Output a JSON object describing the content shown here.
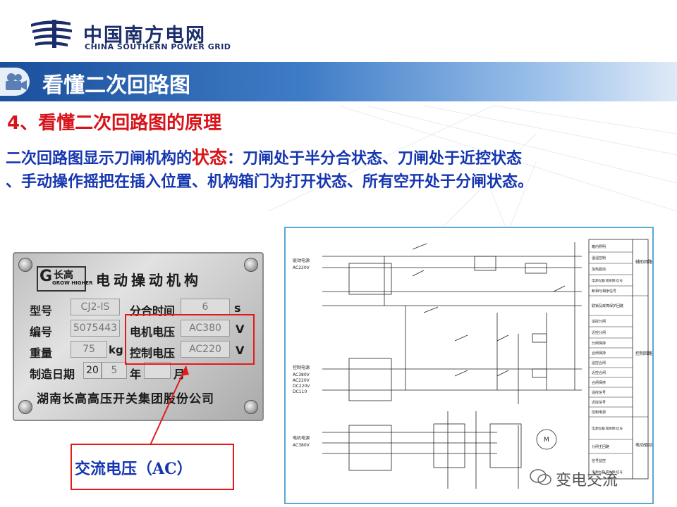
{
  "header": {
    "logo_cn": "中国南方电网",
    "logo_en": "CHINA SOUTHERN POWER GRID"
  },
  "title_bar": {
    "title": "看懂二次回路图"
  },
  "section": {
    "heading": "4、看懂二次回路图的原理"
  },
  "description": {
    "line1_prefix": "二次回路图显示刀闸机构的",
    "line1_highlight": "状态",
    "line1_suffix": "：刀闸处于半分合状态、刀闸处于近控状态",
    "line2": "、手动操作摇把在插入位置、机构箱门为打开状态、所有空开处于分闸状态。"
  },
  "nameplate": {
    "brand_cn": "长高",
    "brand_en": "GROW HIGHER",
    "title": "电动操动机构",
    "row1_label": "型号",
    "row1_value": "CJ2-IS",
    "row1_label2": "分合时间",
    "row1_value2": "6",
    "row1_unit": "s",
    "row2_label": "编号",
    "row2_value": "5075443",
    "row2_label2": "电机电压",
    "row2_value2": "AC380",
    "row2_unit": "V",
    "row3_label": "重量",
    "row3_value": "75",
    "row3_unit1": "kg",
    "row3_label2": "控制电压",
    "row3_value2": "AC220",
    "row3_unit": "V",
    "row4_label": "制造日期",
    "row4_year": "20",
    "row4_year2": "5",
    "row4_ynian": "年",
    "row4_month": "",
    "row4_yue": "月",
    "company": "湖南长高高压开关集团股份公司"
  },
  "callout": {
    "text": "交流电压（AC）"
  },
  "diagram": {
    "left_labels": [
      "驱动电源",
      "AC220V",
      "控制电源",
      "AC380V",
      "AC220V",
      "DC220V",
      "DC110",
      "电机电源",
      "AC380V"
    ],
    "table_rows": [
      "箱内照明",
      "温湿控制",
      "加热驱动",
      "电源位置(或故障)信号",
      "断相与相序信号",
      "联锁及故障保护回路",
      "遥控分闸",
      "近控分闸",
      "分闸保持",
      "合闸保持",
      "遥控合闸",
      "近控合闸",
      "合闸保持",
      "遥控信号",
      "近控信号",
      "控制电源",
      "电源位置(或故障)信号",
      "分闸主回路",
      "信号监控",
      "电源位置(或故障)信号"
    ],
    "table_side": [
      "辅助回路",
      "控制回路",
      "电动驱动回"
    ],
    "motor_label": "M"
  },
  "watermark": {
    "text": "变电交流"
  }
}
